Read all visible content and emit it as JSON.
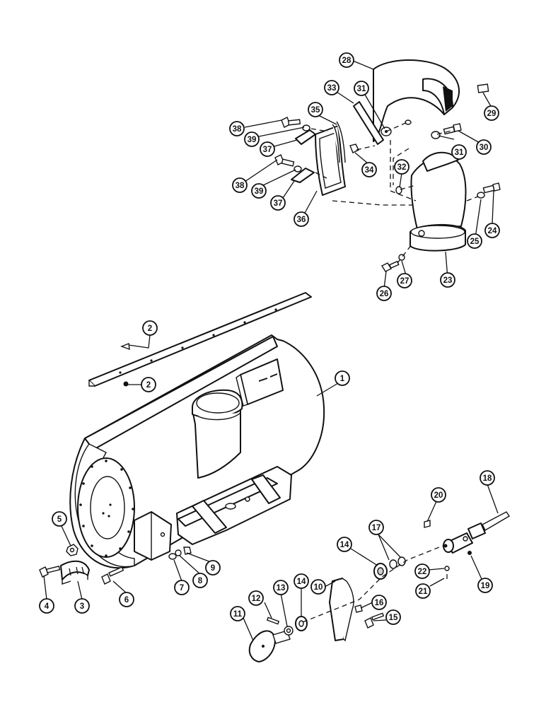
{
  "diagram": {
    "callouts": [
      {
        "id": "c1",
        "label": "1"
      },
      {
        "id": "c2a",
        "label": "2"
      },
      {
        "id": "c2b",
        "label": "2"
      },
      {
        "id": "c3",
        "label": "3"
      },
      {
        "id": "c4",
        "label": "4"
      },
      {
        "id": "c5",
        "label": "5"
      },
      {
        "id": "c6",
        "label": "6"
      },
      {
        "id": "c7",
        "label": "7"
      },
      {
        "id": "c8",
        "label": "8"
      },
      {
        "id": "c9",
        "label": "9"
      },
      {
        "id": "c10",
        "label": "10"
      },
      {
        "id": "c11",
        "label": "11"
      },
      {
        "id": "c12",
        "label": "12"
      },
      {
        "id": "c13",
        "label": "13"
      },
      {
        "id": "c14a",
        "label": "14"
      },
      {
        "id": "c14b",
        "label": "14"
      },
      {
        "id": "c15",
        "label": "15"
      },
      {
        "id": "c16",
        "label": "16"
      },
      {
        "id": "c17",
        "label": "17"
      },
      {
        "id": "c18",
        "label": "18"
      },
      {
        "id": "c19",
        "label": "19"
      },
      {
        "id": "c20",
        "label": "20"
      },
      {
        "id": "c21",
        "label": "21"
      },
      {
        "id": "c22",
        "label": "22"
      },
      {
        "id": "c23",
        "label": "23"
      },
      {
        "id": "c24",
        "label": "24"
      },
      {
        "id": "c25",
        "label": "25"
      },
      {
        "id": "c26",
        "label": "26"
      },
      {
        "id": "c27",
        "label": "27"
      },
      {
        "id": "c28",
        "label": "28"
      },
      {
        "id": "c29",
        "label": "29"
      },
      {
        "id": "c30",
        "label": "30"
      },
      {
        "id": "c31a",
        "label": "31"
      },
      {
        "id": "c31b",
        "label": "31"
      },
      {
        "id": "c32",
        "label": "32"
      },
      {
        "id": "c33",
        "label": "33"
      },
      {
        "id": "c34",
        "label": "34"
      },
      {
        "id": "c35",
        "label": "35"
      },
      {
        "id": "c36",
        "label": "36"
      },
      {
        "id": "c37a",
        "label": "37"
      },
      {
        "id": "c37b",
        "label": "37"
      },
      {
        "id": "c38a",
        "label": "38"
      },
      {
        "id": "c38b",
        "label": "38"
      },
      {
        "id": "c39a",
        "label": "39"
      },
      {
        "id": "c39b",
        "label": "39"
      }
    ]
  }
}
